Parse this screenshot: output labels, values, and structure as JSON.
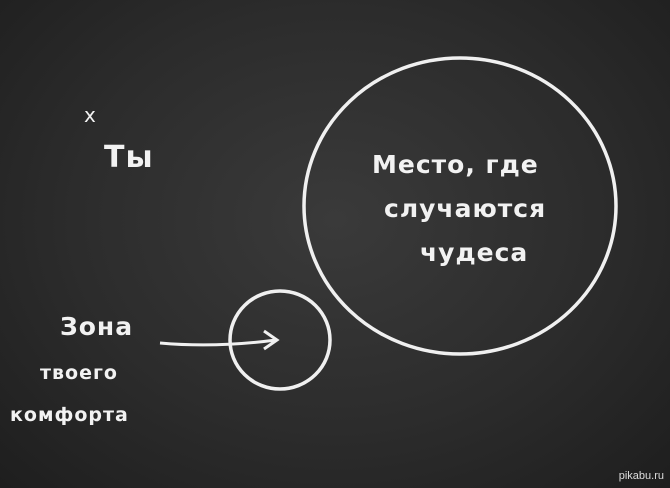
{
  "marker": "x",
  "you": "Ты",
  "magic_zone": [
    "Место, где",
    "случаются",
    "чудеса"
  ],
  "comfort_zone": [
    "Зона",
    "твоего",
    "комфорта"
  ],
  "watermark": "pikabu.ru"
}
